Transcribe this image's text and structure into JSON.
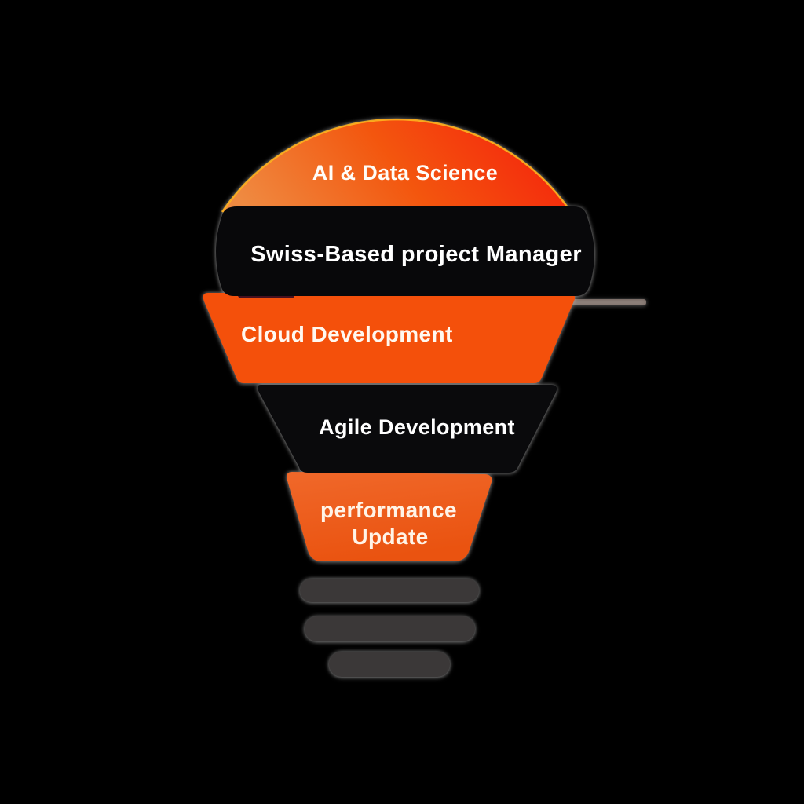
{
  "background_color": "#000000",
  "infographic": {
    "type": "lightbulb-funnel",
    "dome": {
      "label": "AI & Data Science",
      "gradient_left": "#EF8A41",
      "gradient_mid": "#F3560E",
      "gradient_right": "#F5230C",
      "rim_color": "#FFB31E",
      "text_color": "#FFFDF8"
    },
    "segments": [
      {
        "label": "Swiss-Based project Manager",
        "color": "#08080A",
        "text_color": "#FFFFFF"
      },
      {
        "label": "Cloud Development",
        "color": "#F4500B",
        "text_color": "#FFF8F0"
      },
      {
        "label": "Agile Development",
        "color": "#0A0A0C",
        "text_color": "#FFFFFF"
      },
      {
        "label_line1": "performance",
        "label_line2": "Update",
        "color_top": "#F0682A",
        "color_bottom": "#EA5310",
        "text_color": "#FFF4E8"
      }
    ],
    "base_bars": {
      "count": 3,
      "color": "#3B3838"
    },
    "artifacts": {
      "maroon_sliver_color": "#45101F",
      "shadow_line_color": "#C0A89D"
    }
  }
}
